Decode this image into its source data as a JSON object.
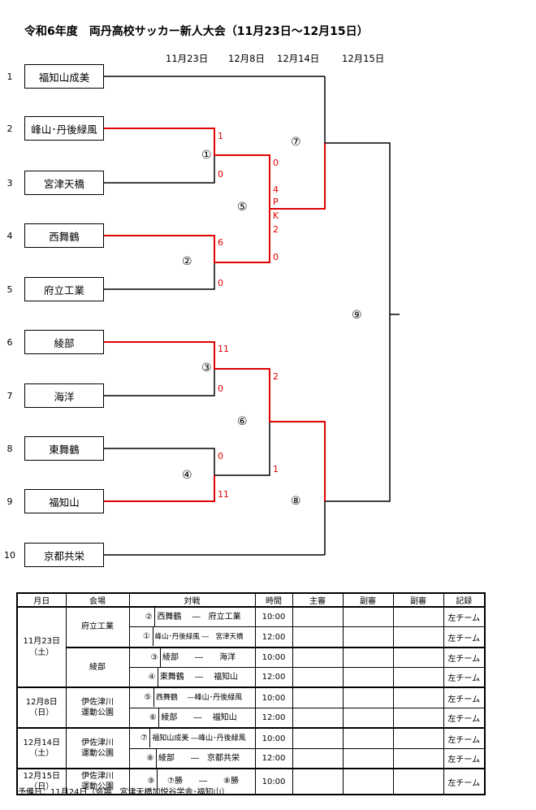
{
  "title": "令和6年度　両丹高校サッカー新人大会（11月23日～12月15日）",
  "round_dates": [
    "11月23日",
    "12月8日",
    "12月14日",
    "12月15日"
  ],
  "teams": [
    {
      "seed": "1",
      "name": "福知山成美"
    },
    {
      "seed": "2",
      "name": "峰山･丹後緑風"
    },
    {
      "seed": "3",
      "name": "宮津天橋"
    },
    {
      "seed": "4",
      "name": "西舞鶴"
    },
    {
      "seed": "5",
      "name": "府立工業"
    },
    {
      "seed": "6",
      "name": "綾部"
    },
    {
      "seed": "7",
      "name": "海洋"
    },
    {
      "seed": "8",
      "name": "東舞鶴"
    },
    {
      "seed": "9",
      "name": "福知山"
    },
    {
      "seed": "10",
      "name": "京都共栄"
    }
  ],
  "match_numbers": [
    "①",
    "②",
    "③",
    "④",
    "⑤",
    "⑥",
    "⑦",
    "⑧",
    "⑨"
  ],
  "scores": {
    "m1_top": "1",
    "m1_bottom": "0",
    "m2_top": "6",
    "m2_bottom": "0",
    "m3_top": "11",
    "m3_bottom": "0",
    "m4_top": "0",
    "m4_bottom": "11",
    "m5_top": "0",
    "m5_top_extra": "4",
    "m5_pk_p": "P",
    "m5_pk_k": "K",
    "m5_pk_2": "2",
    "m5_bottom": "0",
    "m6_top": "2",
    "m6_bottom": "1"
  },
  "colors": {
    "winner_line": "#e00000",
    "line": "#000000"
  },
  "schedule": {
    "headers": [
      "月日",
      "会場",
      "対戦",
      "時間",
      "主審",
      "副審",
      "副審",
      "記録"
    ],
    "groups": [
      {
        "date_line1": "11月23日",
        "date_line2": "（土）",
        "venues": [
          {
            "venue_line1": "府立工業",
            "venue_line2": "",
            "rows": [
              {
                "no": "②",
                "match": "西舞鶴　 ―　府立工業",
                "time": "10:00",
                "record": "左チーム"
              },
              {
                "no": "①",
                "match": "峰山･丹後緑風 ―　宮津天橋",
                "time": "12:00",
                "record": "左チーム"
              }
            ]
          },
          {
            "venue_line1": "綾部",
            "venue_line2": "",
            "rows": [
              {
                "no": "③",
                "match": "綾部　　―　　海洋",
                "time": "10:00",
                "record": "左チーム"
              },
              {
                "no": "④",
                "match": "東舞鶴　 ―　 福知山",
                "time": "12:00",
                "record": "左チーム"
              }
            ]
          }
        ]
      },
      {
        "date_line1": "12月8日",
        "date_line2": "（日）",
        "venues": [
          {
            "venue_line1": "伊佐津川",
            "venue_line2": "運動公園",
            "rows": [
              {
                "no": "⑤",
                "match": "西舞鶴　 ―峰山･丹後緑風",
                "time": "10:00",
                "record": "左チーム"
              },
              {
                "no": "⑥",
                "match": "綾部　　―　 福知山",
                "time": "12:00",
                "record": "左チーム"
              }
            ]
          }
        ]
      },
      {
        "date_line1": "12月14日",
        "date_line2": "（土）",
        "venues": [
          {
            "venue_line1": "伊佐津川",
            "venue_line2": "運動公園",
            "rows": [
              {
                "no": "⑦",
                "match": "福知山成美 ―峰山･丹後緑風",
                "time": "10:00",
                "record": "左チーム"
              },
              {
                "no": "⑧",
                "match": "綾部　　―　京都共栄",
                "time": "12:00",
                "record": "左チーム"
              }
            ]
          }
        ]
      },
      {
        "date_line1": "12月15日",
        "date_line2": "（日）",
        "venues": [
          {
            "venue_line1": "伊佐津川",
            "venue_line2": "運動公園",
            "rows": [
              {
                "no": "⑨",
                "match": "　⑦勝　　―　　⑧勝",
                "time": "10:00",
                "record": "左チーム"
              }
            ]
          }
        ]
      }
    ]
  },
  "footnote": "予備日：11月24日（会場　宮津天橋加悦谷学舎･福知山）"
}
